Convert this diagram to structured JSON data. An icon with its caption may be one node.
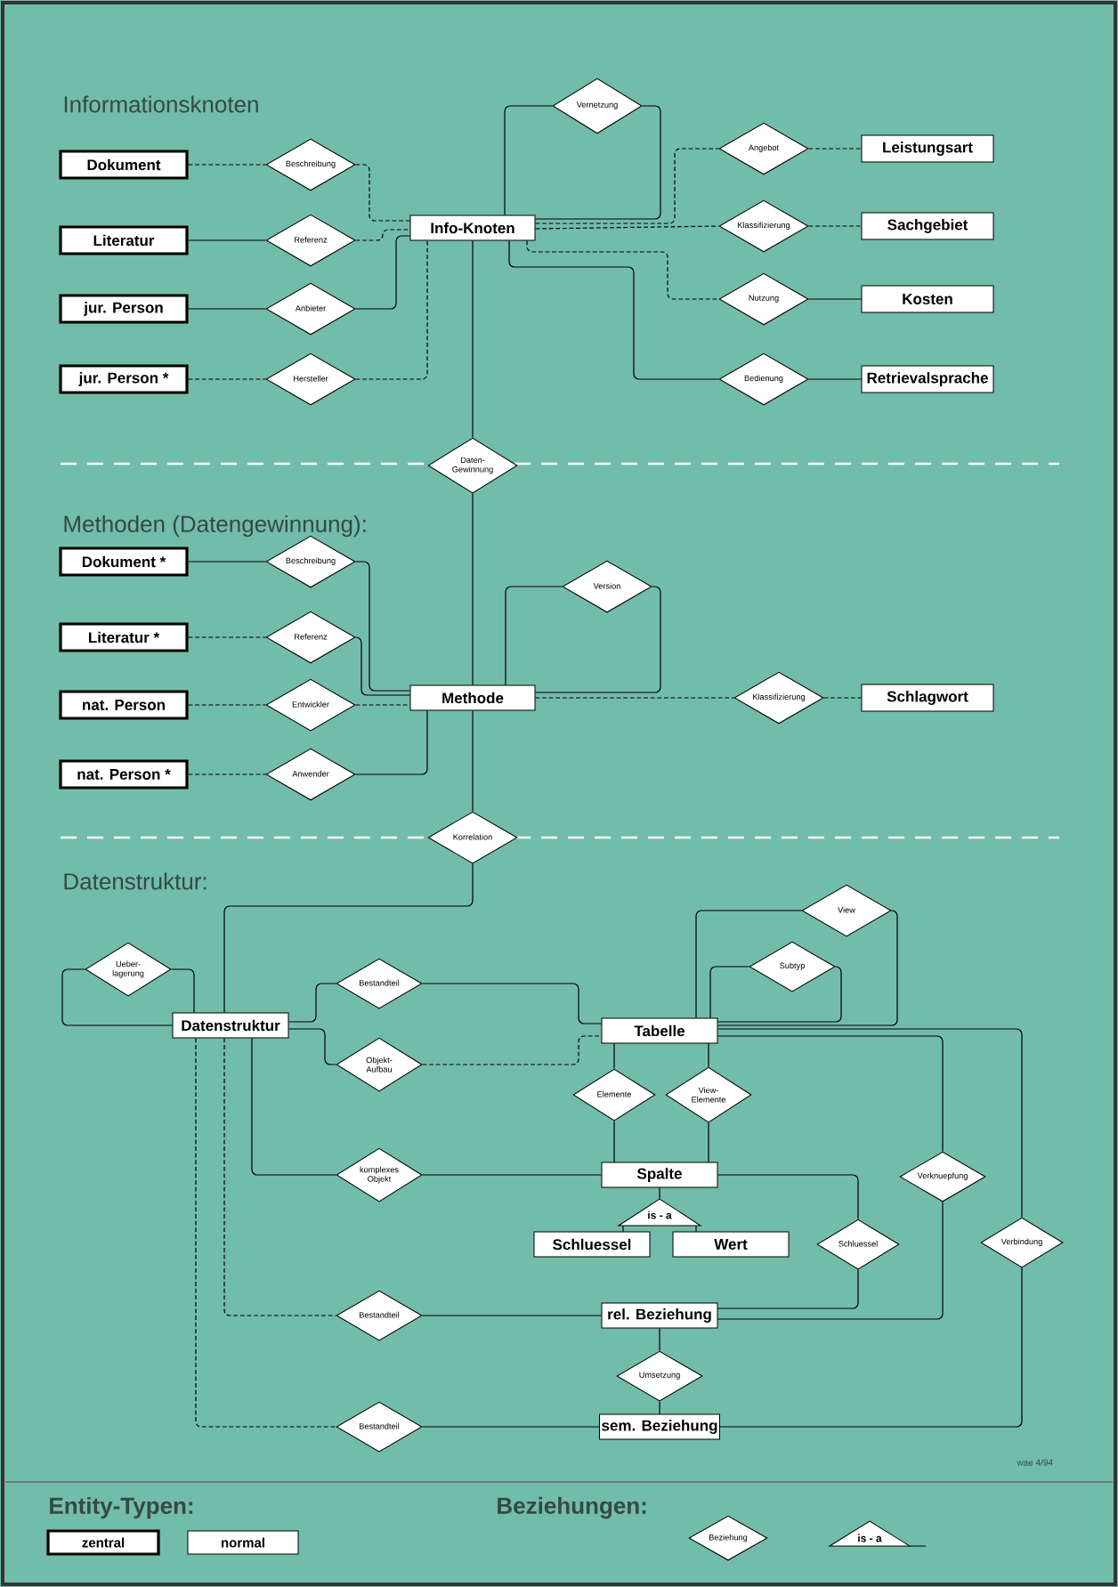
{
  "diagram": {
    "nodes": [
      {
        "text": [
          "Dokument"
        ]
      },
      {
        "text": [
          "Beschreibung"
        ]
      },
      {
        "text": [
          "Vernetzung"
        ]
      },
      {
        "text": [
          "Angebot"
        ]
      },
      {
        "text": [
          "Leistungsart"
        ]
      },
      {
        "text": [
          "Info-Knoten"
        ]
      },
      {
        "text": [
          "Literatur"
        ]
      },
      {
        "text": [
          "Referenz"
        ]
      },
      {
        "text": [
          "Klassifizierung"
        ]
      },
      {
        "text": [
          "Sachgebiet"
        ]
      },
      {
        "text": [
          "jur. Person"
        ]
      },
      {
        "text": [
          "Anbieter"
        ]
      },
      {
        "text": [
          "Nutzung"
        ]
      },
      {
        "text": [
          "Kosten"
        ]
      },
      {
        "text": [
          "jur. Person *"
        ]
      },
      {
        "text": [
          "Hersteller"
        ]
      },
      {
        "text": [
          "Bedienung"
        ]
      },
      {
        "text": [
          "Retrievalsprache"
        ]
      },
      {
        "text": [
          "Daten-Gewinnung"
        ]
      },
      {
        "text": [
          "Dokument *"
        ]
      },
      {
        "text": [
          "Beschreibung"
        ]
      },
      {
        "text": [
          "Version"
        ]
      },
      {
        "text": [
          "Literatur *"
        ]
      },
      {
        "text": [
          "Referenz"
        ]
      },
      {
        "text": [
          "nat. Person"
        ]
      },
      {
        "text": [
          "Entwickler"
        ]
      },
      {
        "text": [
          "Methode"
        ]
      },
      {
        "text": [
          "Klassifizierung"
        ]
      },
      {
        "text": [
          "Schlagwort"
        ]
      },
      {
        "text": [
          "nat. Person *"
        ]
      },
      {
        "text": [
          "Anwender"
        ]
      },
      {
        "text": [
          "Korrelation"
        ]
      },
      {
        "text": [
          "View"
        ]
      },
      {
        "text": [
          "Ueber-lagerung"
        ]
      },
      {
        "text": [
          "Subtyp"
        ]
      },
      {
        "text": [
          "Bestandteil"
        ]
      },
      {
        "text": [
          "Datenstruktur"
        ]
      },
      {
        "text": [
          "Tabelle"
        ]
      },
      {
        "text": [
          "Objekt-Aufbau"
        ]
      },
      {
        "text": [
          "Elemente"
        ]
      },
      {
        "text": [
          "View-Elemente"
        ]
      },
      {
        "text": [
          "Spalte"
        ]
      },
      {
        "text": [
          "komplexes Objekt"
        ]
      },
      {
        "text": [
          "Verknuepfung"
        ]
      },
      {
        "text": [
          "is - a"
        ]
      },
      {
        "text": [
          "Schluessel"
        ]
      },
      {
        "text": [
          "Wert"
        ]
      },
      {
        "text": [
          "Schluessel"
        ]
      },
      {
        "text": [
          "Verbindung"
        ]
      },
      {
        "text": [
          "Bestandteil"
        ]
      },
      {
        "text": [
          "rel. Beziehung"
        ]
      },
      {
        "text": [
          "Umsetzung"
        ]
      },
      {
        "text": [
          "Bestandteil"
        ]
      },
      {
        "text": [
          "sem. Beziehung"
        ]
      }
    ],
    "edges": [
      {
        "from": 0,
        "to": 1,
        "arrow": "none",
        "style": "dashed"
      },
      {
        "from": 1,
        "to": 5,
        "arrow": "none",
        "style": "dashed"
      },
      {
        "from": 6,
        "to": 7,
        "arrow": "none"
      },
      {
        "from": 7,
        "to": 5,
        "arrow": "none",
        "style": "dashed"
      },
      {
        "from": 10,
        "to": 11,
        "arrow": "none"
      },
      {
        "from": 11,
        "to": 5,
        "arrow": "none"
      },
      {
        "from": 14,
        "to": 15,
        "arrow": "none",
        "style": "dashed"
      },
      {
        "from": 15,
        "to": 5,
        "arrow": "none",
        "style": "dashed"
      },
      {
        "from": 5,
        "to": 2,
        "arrow": "none"
      },
      {
        "from": 2,
        "to": 5,
        "arrow": "none"
      },
      {
        "from": 5,
        "to": 3,
        "arrow": "none",
        "style": "dashed"
      },
      {
        "from": 3,
        "to": 4,
        "arrow": "none",
        "style": "dashed"
      },
      {
        "from": 5,
        "to": 8,
        "arrow": "none",
        "style": "dashed"
      },
      {
        "from": 8,
        "to": 9,
        "arrow": "none",
        "style": "dashed"
      },
      {
        "from": 5,
        "to": 12,
        "arrow": "none",
        "style": "dashed"
      },
      {
        "from": 12,
        "to": 13,
        "arrow": "none"
      },
      {
        "from": 5,
        "to": 16,
        "arrow": "none"
      },
      {
        "from": 16,
        "to": 17,
        "arrow": "none"
      },
      {
        "from": 5,
        "to": 18,
        "arrow": "none"
      },
      {
        "from": 18,
        "to": 26,
        "arrow": "none"
      },
      {
        "from": 19,
        "to": 20,
        "arrow": "none"
      },
      {
        "from": 20,
        "to": 26,
        "arrow": "none"
      },
      {
        "from": 22,
        "to": 23,
        "arrow": "none",
        "style": "dashed"
      },
      {
        "from": 23,
        "to": 26,
        "arrow": "none"
      },
      {
        "from": 24,
        "to": 25,
        "arrow": "none",
        "style": "dashed"
      },
      {
        "from": 25,
        "to": 26,
        "arrow": "none",
        "style": "dashed"
      },
      {
        "from": 29,
        "to": 30,
        "arrow": "none",
        "style": "dashed"
      },
      {
        "from": 30,
        "to": 26,
        "arrow": "none"
      },
      {
        "from": 26,
        "to": 21,
        "arrow": "none"
      },
      {
        "from": 21,
        "to": 26,
        "arrow": "none"
      },
      {
        "from": 26,
        "to": 27,
        "arrow": "none",
        "style": "dashed"
      },
      {
        "from": 27,
        "to": 28,
        "arrow": "none",
        "style": "dashed"
      },
      {
        "from": 26,
        "to": 31,
        "arrow": "none"
      },
      {
        "from": 31,
        "to": 36,
        "arrow": "none"
      },
      {
        "from": 36,
        "to": 33,
        "arrow": "none"
      },
      {
        "from": 33,
        "to": 36,
        "arrow": "none"
      },
      {
        "from": 36,
        "to": 35,
        "arrow": "none"
      },
      {
        "from": 35,
        "to": 37,
        "arrow": "none"
      },
      {
        "from": 36,
        "to": 38,
        "arrow": "none"
      },
      {
        "from": 38,
        "to": 37,
        "arrow": "none",
        "style": "dashed"
      },
      {
        "from": 37,
        "to": 39,
        "arrow": "none"
      },
      {
        "from": 39,
        "to": 41,
        "arrow": "none"
      },
      {
        "from": 37,
        "to": 40,
        "arrow": "none"
      },
      {
        "from": 40,
        "to": 41,
        "arrow": "none"
      },
      {
        "from": 36,
        "to": 42,
        "arrow": "none"
      },
      {
        "from": 42,
        "to": 41,
        "arrow": "none"
      },
      {
        "from": 41,
        "to": 44,
        "arrow": "none"
      },
      {
        "from": 44,
        "to": 45,
        "arrow": "none"
      },
      {
        "from": 44,
        "to": 46,
        "arrow": "none"
      },
      {
        "from": 41,
        "to": 47,
        "arrow": "none"
      },
      {
        "from": 47,
        "to": 50,
        "arrow": "none"
      },
      {
        "from": 37,
        "to": 43,
        "arrow": "none"
      },
      {
        "from": 43,
        "to": 50,
        "arrow": "none"
      },
      {
        "from": 37,
        "to": 48,
        "arrow": "none"
      },
      {
        "from": 37,
        "to": 32,
        "arrow": "none"
      },
      {
        "from": 32,
        "to": 37,
        "arrow": "none"
      },
      {
        "from": 37,
        "to": 34,
        "arrow": "none"
      },
      {
        "from": 34,
        "to": 37,
        "arrow": "none"
      },
      {
        "from": 48,
        "to": 53,
        "arrow": "none"
      },
      {
        "from": 36,
        "to": 49,
        "arrow": "none",
        "style": "dashed"
      },
      {
        "from": 49,
        "to": 50,
        "arrow": "none"
      },
      {
        "from": 50,
        "to": 51,
        "arrow": "none"
      },
      {
        "from": 51,
        "to": 53,
        "arrow": "none"
      },
      {
        "from": 36,
        "to": 52,
        "arrow": "none",
        "style": "dashed"
      },
      {
        "from": 52,
        "to": 53,
        "arrow": "none"
      }
    ],
    "labels": [
      "Informationsknoten",
      "Methoden (Datengewinnung):",
      "Datenstruktur:",
      "wae 4/94",
      "Entity-Typen:",
      "Beziehungen:"
    ],
    "legend": [
      {
        "text": "zentral"
      },
      {
        "text": "normal"
      },
      {
        "text": "Beziehung"
      },
      {
        "text": "is - a"
      }
    ]
  }
}
